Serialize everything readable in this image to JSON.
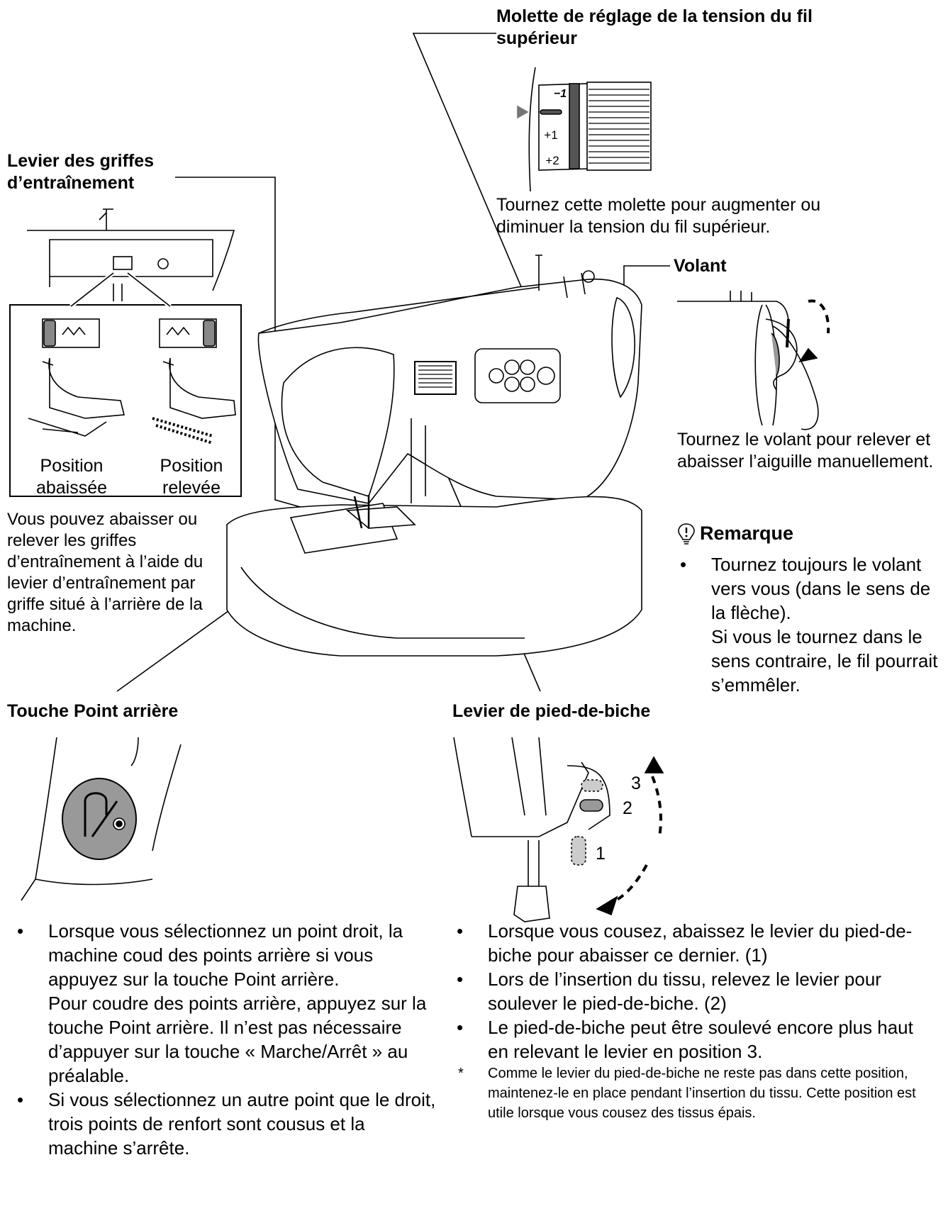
{
  "labels": {
    "tension_dial": "Molette de réglage de la tension du fil supérieur",
    "feed_dog_lever": "Levier des griffes d’entraînement",
    "handwheel": "Volant",
    "reverse_button": "Touche Point arrière",
    "presser_foot_lever": "Levier de pied-de-biche"
  },
  "tension_dial": {
    "marks": [
      "−1",
      "+1",
      "+2"
    ],
    "caption": "Tournez cette molette pour augmenter ou diminuer la tension du fil supérieur."
  },
  "feed_dog": {
    "position_down_1": "Position",
    "position_down_2": "abaissée",
    "position_up_1": "Position",
    "position_up_2": "relevée",
    "caption": "Vous pouvez abaisser ou relever les griffes d’entraînement à l’aide du levier d’entraînement par griffe situé à l’arrière de la machine."
  },
  "handwheel": {
    "caption": "Tournez le volant pour relever et abaisser l’aiguille manuellement."
  },
  "remark": {
    "title": "Remarque",
    "item_1": "Tournez toujours le volant vers vous (dans le sens de la flèche).",
    "item_1_cont": "Si vous le tournez dans le sens contraire, le fil pourrait s’emmêler."
  },
  "presser_foot": {
    "positions": [
      "1",
      "2",
      "3"
    ]
  },
  "reverse_bullets": {
    "item_1": "Lorsque vous sélectionnez un point droit, la machine coud des points arrière si vous appuyez sur la touche Point arrière.",
    "item_1_cont": "Pour coudre des points arrière, appuyez sur la touche Point arrière. Il n’est pas nécessaire d’appuyer sur la touche « Marche/Arrêt » au préalable.",
    "item_2": "Si vous sélectionnez un autre point que le droit, trois points de renfort sont cousus et la machine s’arrête."
  },
  "presser_bullets": {
    "item_1": "Lorsque vous cousez, abaissez le levier du pied-de-biche pour abaisser ce dernier. (1)",
    "item_2": "Lors de l’insertion du tissu, relevez le levier pour soulever le pied-de-biche. (2)",
    "item_3": "Le pied-de-biche peut être soulevé encore plus haut en relevant le levier en position 3.",
    "footnote_star": "*",
    "footnote": "Comme le levier du pied-de-biche ne reste pas dans cette position, maintenez-le en place pendant l’insertion du tissu. Cette position est utile lorsque vous cousez des tissus épais."
  }
}
